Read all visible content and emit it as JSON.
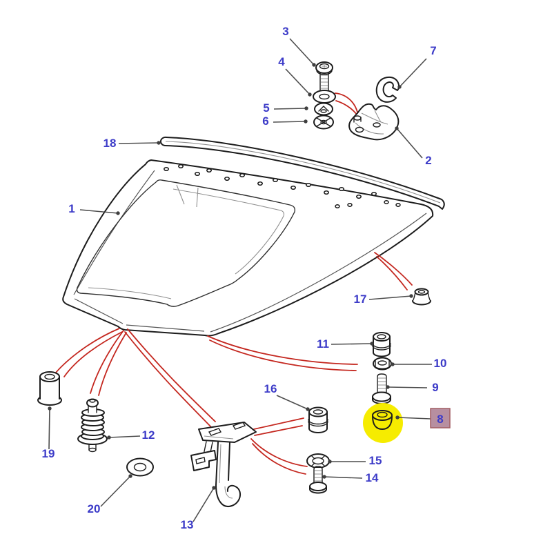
{
  "callouts": {
    "c1": {
      "label": "1"
    },
    "c2": {
      "label": "2"
    },
    "c3": {
      "label": "3"
    },
    "c4": {
      "label": "4"
    },
    "c5": {
      "label": "5"
    },
    "c6": {
      "label": "6"
    },
    "c7": {
      "label": "7"
    },
    "c8": {
      "label": "8"
    },
    "c9": {
      "label": "9"
    },
    "c10": {
      "label": "10"
    },
    "c11": {
      "label": "11"
    },
    "c12": {
      "label": "12"
    },
    "c13": {
      "label": "13"
    },
    "c14": {
      "label": "14"
    },
    "c15": {
      "label": "15"
    },
    "c16": {
      "label": "16"
    },
    "c17": {
      "label": "17"
    },
    "c18": {
      "label": "18"
    },
    "c19": {
      "label": "19"
    },
    "c20": {
      "label": "20"
    }
  },
  "highlight": {
    "selected_part": "8",
    "circle_color": "#f6ec00",
    "label_bg": "#b78fa0",
    "label_border": "#a25f63"
  },
  "colors": {
    "callout_text": "#3c3bc8",
    "leader_line": "#4c4c4c",
    "connector": "#c4271f",
    "outline": "#1c1c1c",
    "background": "#ffffff"
  }
}
